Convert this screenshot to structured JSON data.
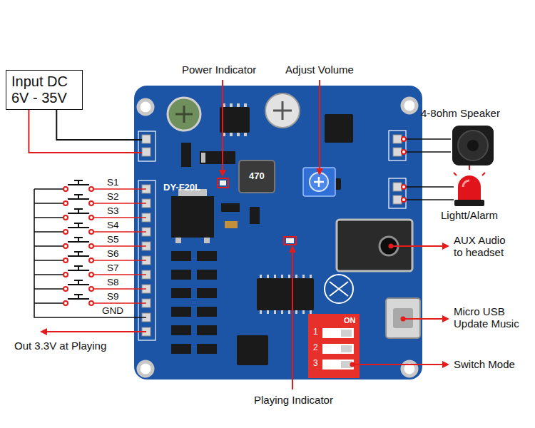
{
  "diagram": {
    "nodes": [
      {
        "text": [
          "Input DC 6V - 35V"
        ]
      }
    ],
    "labels": [
      "Power Indicator",
      "Adjust Volume",
      "4-8ohm Speaker",
      "S1",
      "S2",
      "S3",
      "S4",
      "S5",
      "S6",
      "S7",
      "S8",
      "S9",
      "GND",
      "Lightt/Alarm",
      "AUX Audio to headset",
      "Micro USB Update Music",
      "Out 3.3V at Playing",
      "Switch Mode",
      "Playing Indicator",
      "DY-F20L",
      "470",
      "ON",
      "1",
      "2",
      "3"
    ]
  }
}
